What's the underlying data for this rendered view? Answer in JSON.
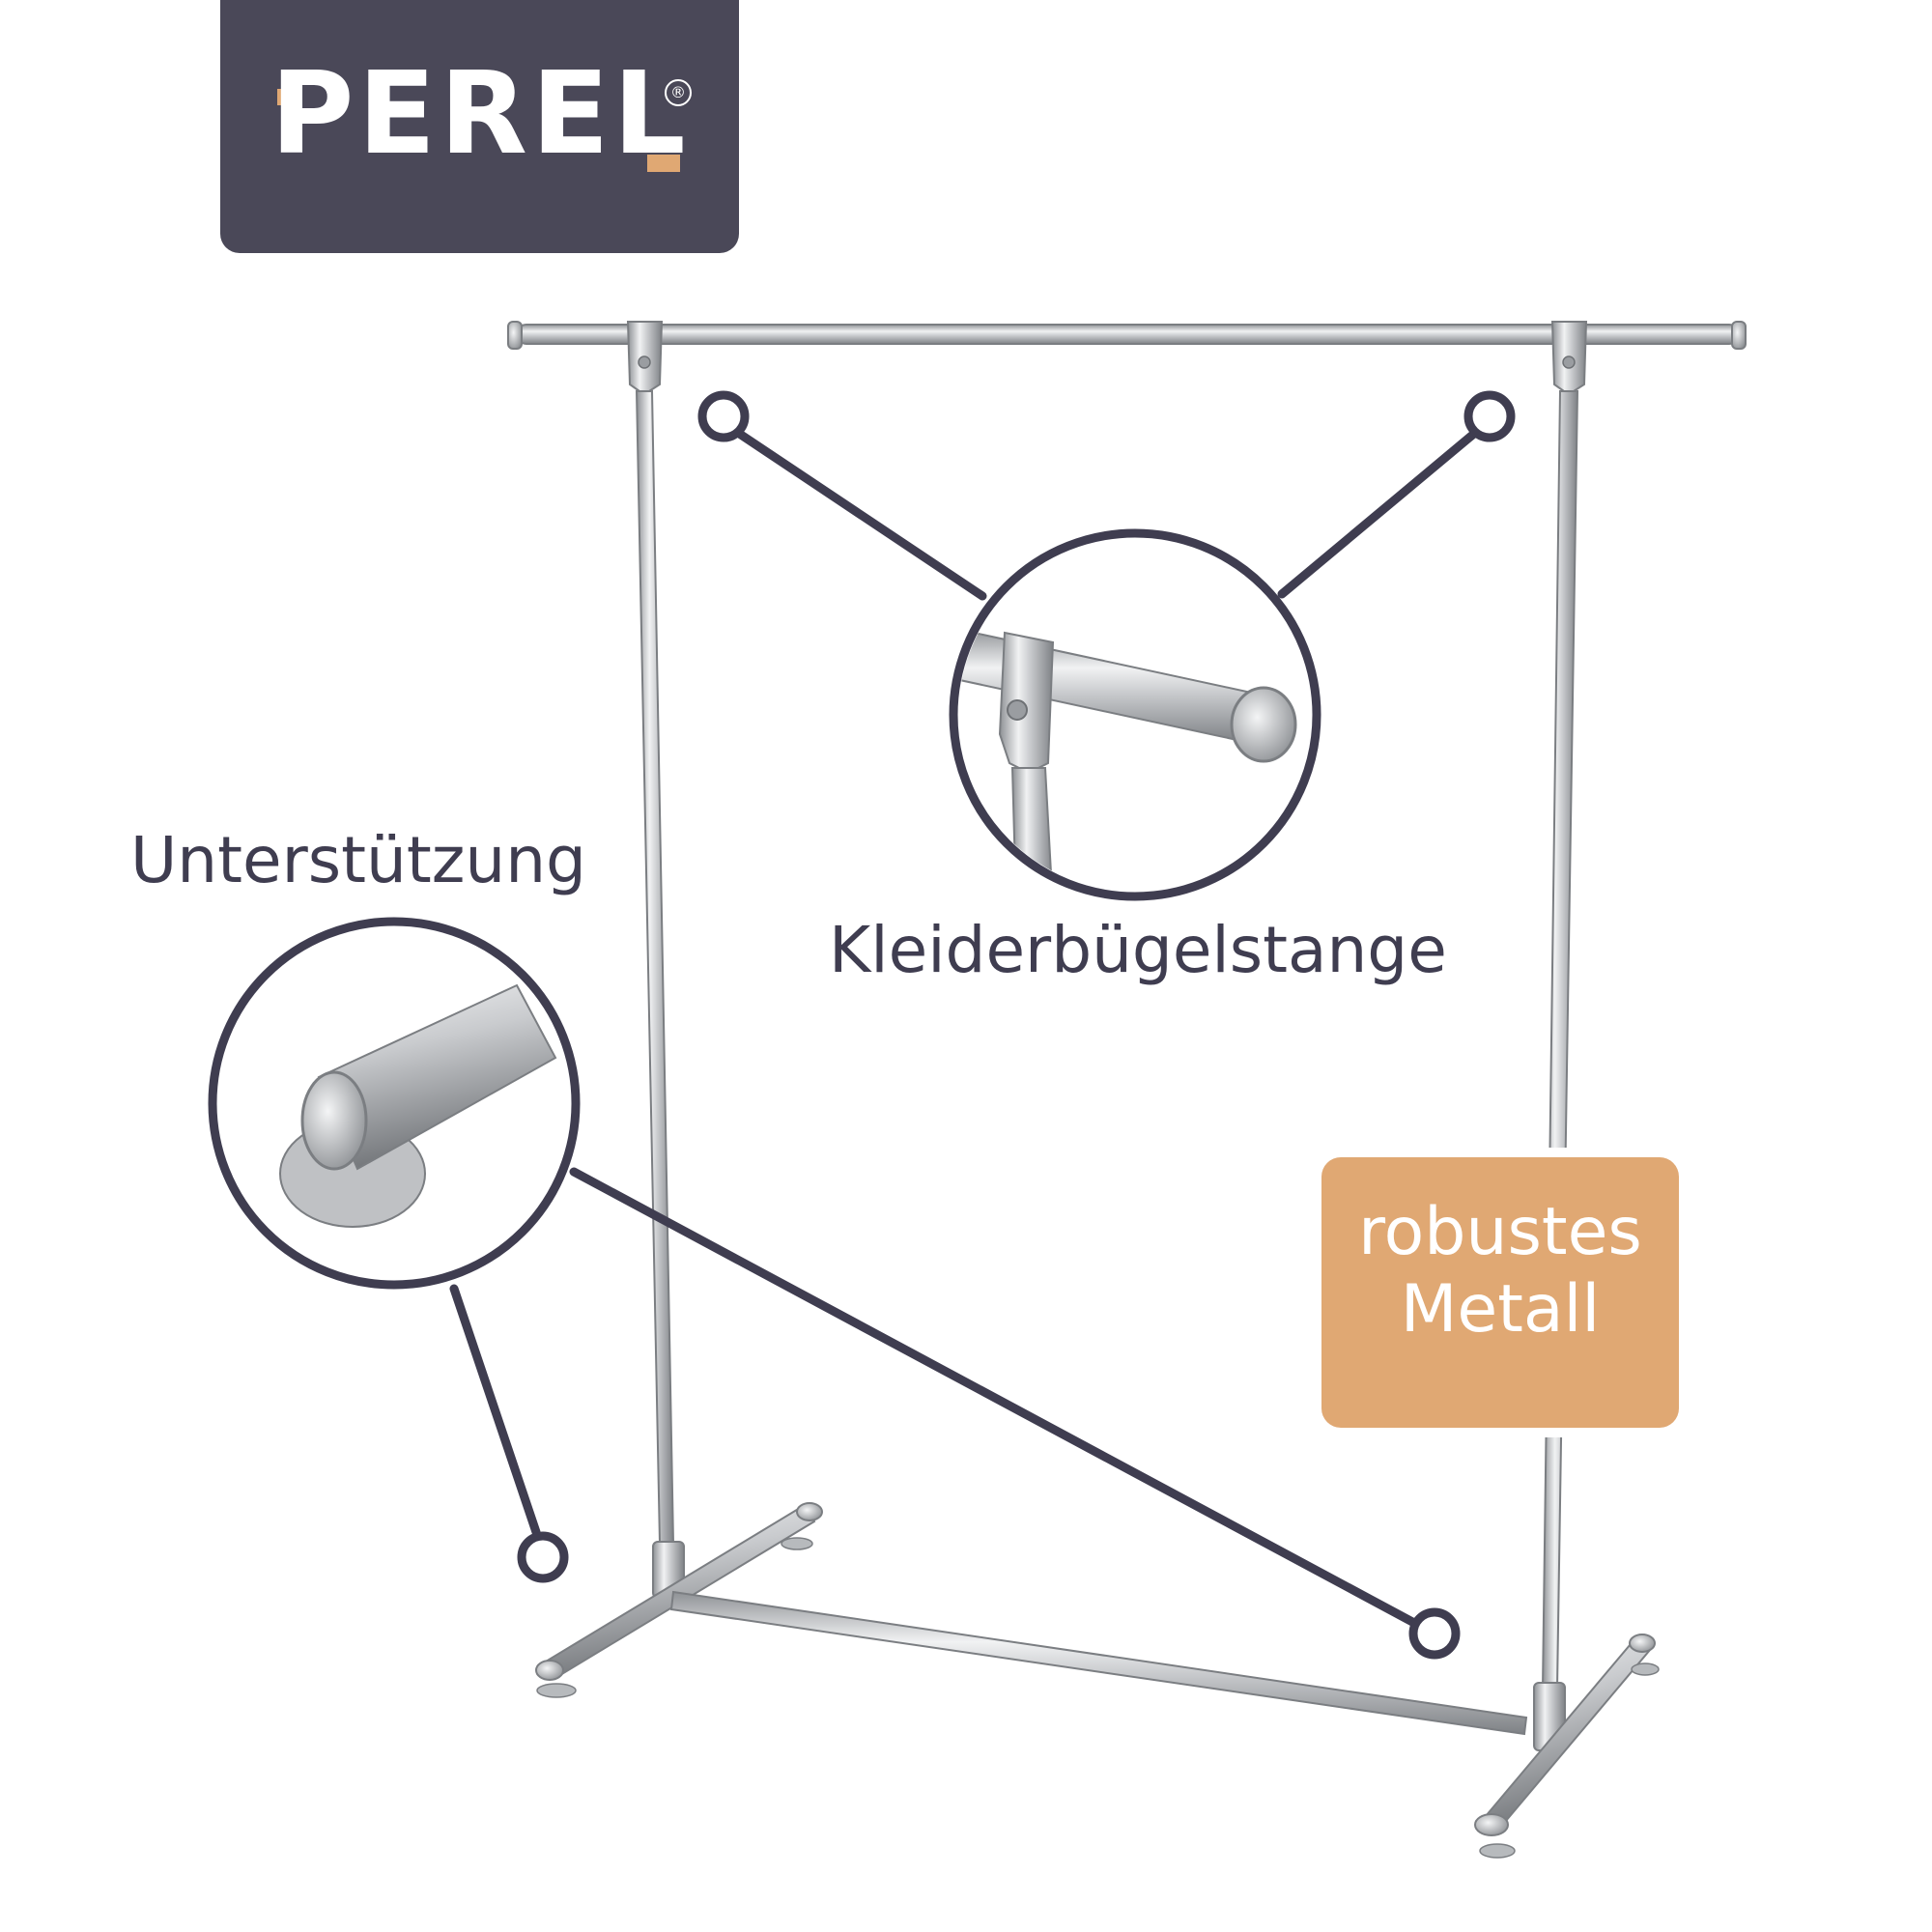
{
  "brand": {
    "logo_text": "PEREL",
    "registered_mark": "®",
    "colors": {
      "panel": "#4a4858",
      "accent": "#e0a873",
      "text": "#ffffff"
    }
  },
  "callouts": {
    "support_label": "Unterstützung",
    "hanger_rod_label": "Kleiderbügelstange"
  },
  "badge": {
    "line1": "robustes",
    "line2": "Metall",
    "color": "#e0a873"
  },
  "product": {
    "description": "chrome garment rack with T-shaped feet",
    "colors": {
      "metal": "#c7c9cc",
      "callout_line": "#3f3d50"
    }
  }
}
